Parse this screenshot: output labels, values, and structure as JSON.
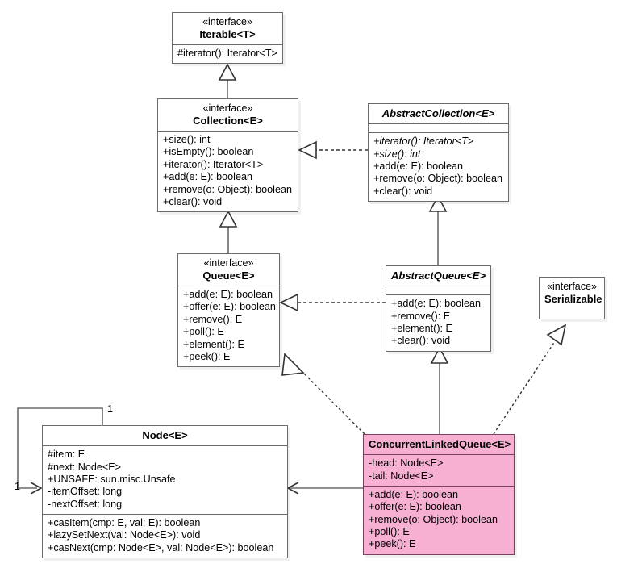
{
  "diagram": {
    "title": "ConcurrentLinkedQueue UML class diagram",
    "type": "uml-class-diagram",
    "background": "#ffffff",
    "highlight_color": "#f7afd2",
    "border_color": "#6b6b6b"
  },
  "classes": [
    {
      "id": "iterable",
      "stereotype": "«interface»",
      "name": "Iterable<T>",
      "abstract": false,
      "attributes": [],
      "methods": [
        {
          "text": "#iterator(): Iterator<T>",
          "abstract": false
        }
      ]
    },
    {
      "id": "collection",
      "stereotype": "«interface»",
      "name": "Collection<E>",
      "abstract": false,
      "attributes": [],
      "methods": [
        {
          "text": "+size(): int",
          "abstract": false
        },
        {
          "text": "+isEmpty(): boolean",
          "abstract": false
        },
        {
          "text": "+iterator(): Iterator<T>",
          "abstract": false
        },
        {
          "text": "+add(e: E): boolean",
          "abstract": false
        },
        {
          "text": "+remove(o: Object): boolean",
          "abstract": false
        },
        {
          "text": "+clear(): void",
          "abstract": false
        }
      ]
    },
    {
      "id": "abstractcollection",
      "stereotype": "",
      "name": "AbstractCollection<E>",
      "abstract": true,
      "attributes": [],
      "methods": [
        {
          "text": "+iterator(): Iterator<T>",
          "abstract": true
        },
        {
          "text": "+size(): int",
          "abstract": true
        },
        {
          "text": "+add(e: E): boolean",
          "abstract": false
        },
        {
          "text": "+remove(o: Object): boolean",
          "abstract": false
        },
        {
          "text": "+clear(): void",
          "abstract": false
        }
      ]
    },
    {
      "id": "queue",
      "stereotype": "«interface»",
      "name": "Queue<E>",
      "abstract": false,
      "attributes": [],
      "methods": [
        {
          "text": "+add(e: E): boolean",
          "abstract": false
        },
        {
          "text": "+offer(e: E): boolean",
          "abstract": false
        },
        {
          "text": "+remove(): E",
          "abstract": false
        },
        {
          "text": "+poll(): E",
          "abstract": false
        },
        {
          "text": "+element(): E",
          "abstract": false
        },
        {
          "text": "+peek(): E",
          "abstract": false
        }
      ]
    },
    {
      "id": "abstractqueue",
      "stereotype": "",
      "name": "AbstractQueue<E>",
      "abstract": true,
      "attributes": [],
      "methods": [
        {
          "text": "+add(e: E): boolean",
          "abstract": false
        },
        {
          "text": "+remove(): E",
          "abstract": false
        },
        {
          "text": "+element(): E",
          "abstract": false
        },
        {
          "text": "+clear(): void",
          "abstract": false
        }
      ]
    },
    {
      "id": "serializable",
      "stereotype": "«interface»",
      "name": "Serializable",
      "abstract": false,
      "attributes": [],
      "methods": []
    },
    {
      "id": "node",
      "stereotype": "",
      "name": "Node<E>",
      "abstract": false,
      "attributes": [
        {
          "text": "#item: E"
        },
        {
          "text": "#next: Node<E>"
        },
        {
          "text": "+UNSAFE: sun.misc.Unsafe"
        },
        {
          "text": "-itemOffset: long"
        },
        {
          "text": "-nextOffset: long"
        }
      ],
      "methods": [
        {
          "text": "+casItem(cmp: E, val: E): boolean",
          "abstract": false
        },
        {
          "text": "+lazySetNext(val: Node<E>): void",
          "abstract": false
        },
        {
          "text": "+casNext(cmp: Node<E>, val: Node<E>): boolean",
          "abstract": false
        }
      ]
    },
    {
      "id": "concurrentlinkedqueue",
      "stereotype": "",
      "name": "ConcurrentLinkedQueue<E>",
      "abstract": false,
      "highlighted": true,
      "attributes": [
        {
          "text": "-head: Node<E>"
        },
        {
          "text": "-tail: Node<E>"
        }
      ],
      "methods": [
        {
          "text": "+add(e: E): boolean",
          "abstract": false
        },
        {
          "text": "+offer(e: E): boolean",
          "abstract": false
        },
        {
          "text": "+remove(o: Object): boolean",
          "abstract": false
        },
        {
          "text": "+poll(): E",
          "abstract": false
        },
        {
          "text": "+peek(): E",
          "abstract": false
        }
      ]
    }
  ],
  "relationships": [
    {
      "id": "rel-collection-iterable",
      "from": "collection",
      "to": "iterable",
      "type": "generalization"
    },
    {
      "id": "rel-abstractcollection-collection",
      "from": "abstractcollection",
      "to": "collection",
      "type": "realization"
    },
    {
      "id": "rel-queue-collection",
      "from": "queue",
      "to": "collection",
      "type": "generalization"
    },
    {
      "id": "rel-abstractqueue-abstractcollection",
      "from": "abstractqueue",
      "to": "abstractcollection",
      "type": "generalization"
    },
    {
      "id": "rel-abstractqueue-queue",
      "from": "abstractqueue",
      "to": "queue",
      "type": "realization"
    },
    {
      "id": "rel-clq-abstractqueue",
      "from": "concurrentlinkedqueue",
      "to": "abstractqueue",
      "type": "generalization"
    },
    {
      "id": "rel-clq-queue",
      "from": "concurrentlinkedqueue",
      "to": "queue",
      "type": "realization"
    },
    {
      "id": "rel-clq-serializable",
      "from": "concurrentlinkedqueue",
      "to": "serializable",
      "type": "realization"
    },
    {
      "id": "rel-clq-node",
      "from": "concurrentlinkedqueue",
      "to": "node",
      "type": "association"
    },
    {
      "id": "rel-node-node",
      "from": "node",
      "to": "node",
      "type": "association",
      "source_multiplicity": "1",
      "target_multiplicity": "1"
    }
  ],
  "multiplicity_labels": [
    {
      "id": "node-self-top",
      "text": "1"
    },
    {
      "id": "node-self-bottom",
      "text": "1"
    }
  ]
}
